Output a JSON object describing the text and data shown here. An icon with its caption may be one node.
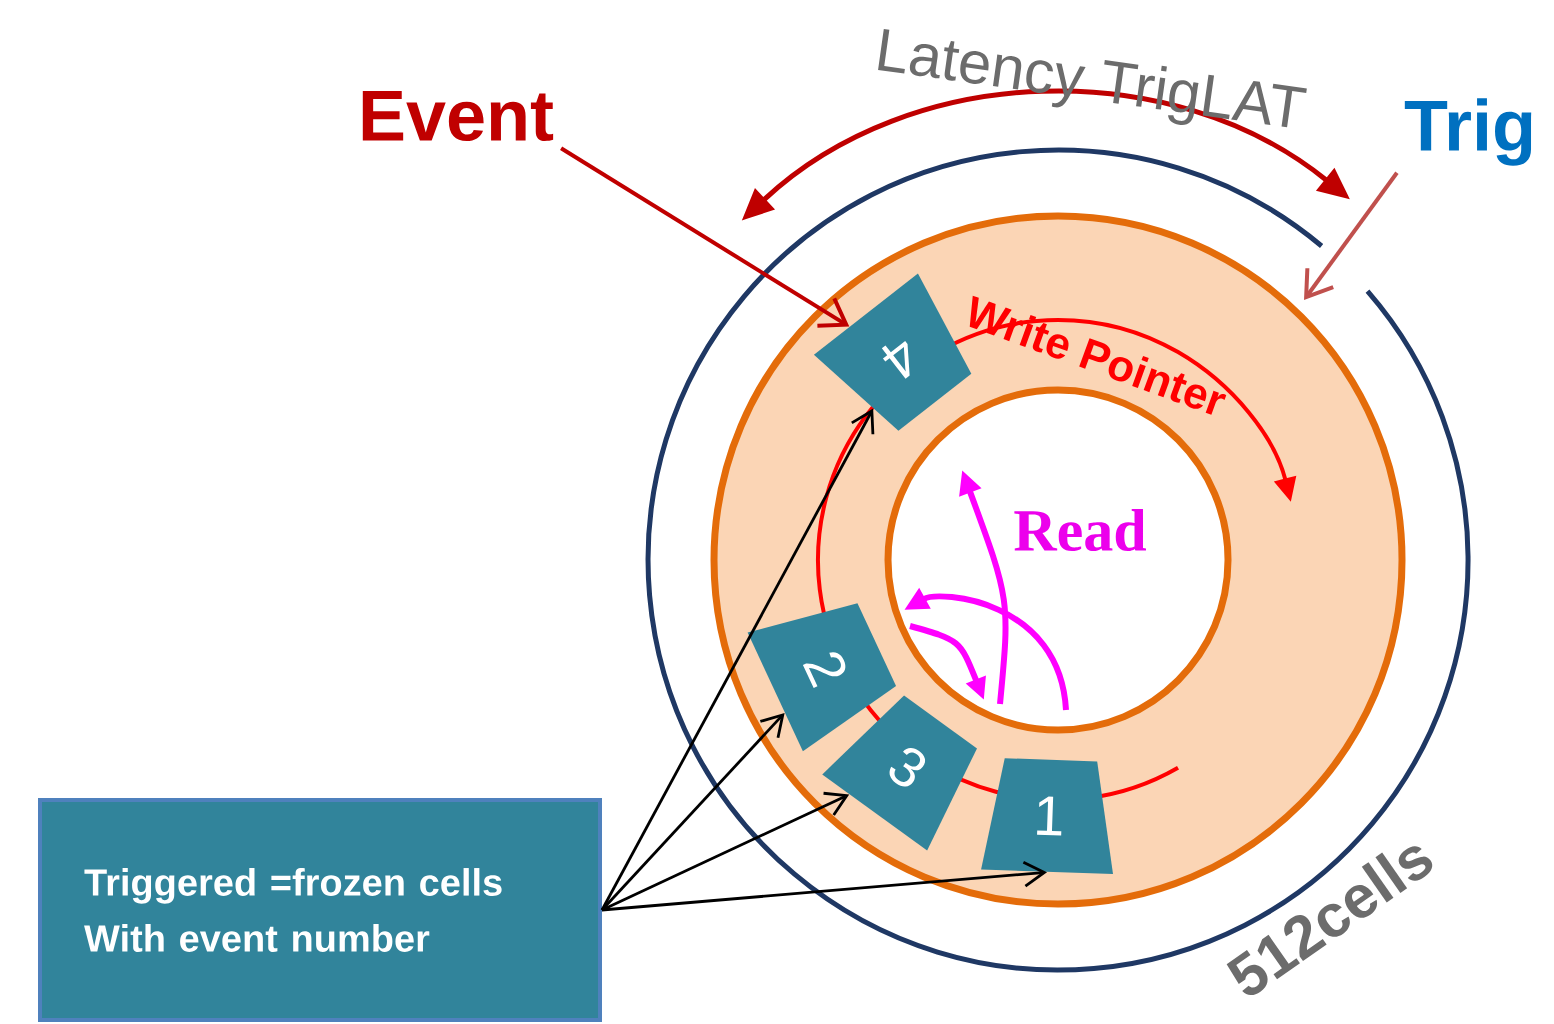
{
  "diagram": {
    "nodes": [
      {
        "text": [
          "Event"
        ]
      },
      {
        "text": [
          "Trig"
        ]
      },
      {
        "text": [
          "4"
        ]
      },
      {
        "text": [
          "2"
        ]
      },
      {
        "text": [
          "3"
        ]
      },
      {
        "text": [
          "1"
        ]
      },
      {
        "text": [
          "Triggered =frozen cells With event number"
        ]
      }
    ],
    "edges": [
      {
        "from": 0,
        "to": 2,
        "arrow": "to",
        "color": "#c00000"
      },
      {
        "from": 1,
        "to": null,
        "arrow": "to",
        "color": "#c0504d"
      },
      {
        "from": 6,
        "to": 2,
        "arrow": "to"
      },
      {
        "from": 6,
        "to": 3,
        "arrow": "to"
      },
      {
        "from": 6,
        "to": 4,
        "arrow": "to"
      },
      {
        "from": 6,
        "to": 5,
        "arrow": "to"
      }
    ],
    "labels": [
      "Latency TrigLAT",
      "Write Pointer",
      "Read",
      "512cells"
    ]
  }
}
